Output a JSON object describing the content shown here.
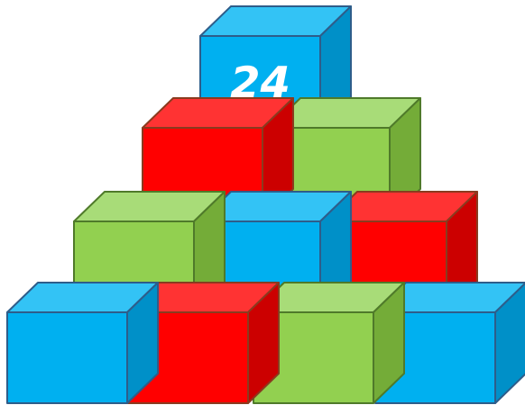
{
  "top_block_label": "24",
  "palette": {
    "blue": {
      "face": "#00b0f0",
      "top": "#33c3f5",
      "side": "#0090c8",
      "stroke": "#2e5d8a"
    },
    "red": {
      "face": "#ff0000",
      "top": "#ff3333",
      "side": "#cc0000",
      "stroke": "#8a3b1f"
    },
    "green": {
      "face": "#92d050",
      "top": "#a8dc78",
      "side": "#74ac38",
      "stroke": "#4f7a2a"
    }
  },
  "label_color": "#ffffff",
  "rows": [
    {
      "row": 1,
      "blocks": [
        "blue",
        "red",
        "green",
        "blue"
      ]
    },
    {
      "row": 2,
      "blocks": [
        "green",
        "blue",
        "red"
      ]
    },
    {
      "row": 3,
      "blocks": [
        "red",
        "green"
      ]
    },
    {
      "row": 4,
      "blocks": [
        "blue"
      ]
    }
  ]
}
